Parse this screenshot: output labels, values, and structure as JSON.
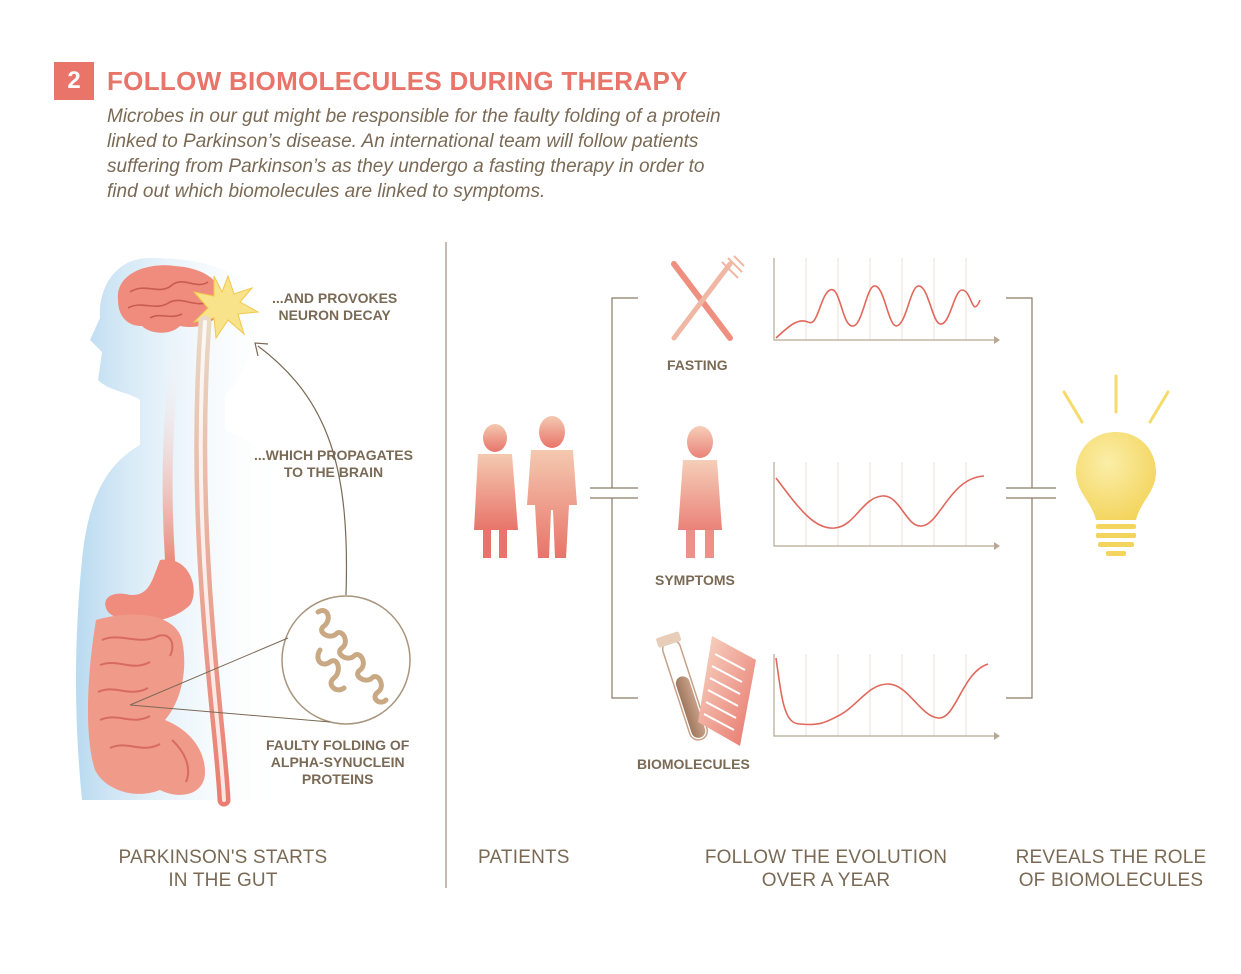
{
  "header": {
    "step_number": "2",
    "title": "FOLLOW BIOMOLECULES DURING THERAPY",
    "intro_lines": [
      "Microbes in our gut might be responsible for the faulty folding of a protein",
      "linked to Parkinson’s disease. An international team will follow patients",
      "suffering from Parkinson’s as they undergo a fasting therapy in order to",
      "find out which biomolecules are linked to symptoms."
    ]
  },
  "anatomy": {
    "neuron_decay_lines": [
      "...AND PROVOKES",
      "NEURON DECAY"
    ],
    "propagates_lines": [
      "...WHICH PROPAGATES",
      "TO THE BRAIN"
    ],
    "faulty_folding_lines": [
      "FAULTY FOLDING OF",
      "ALPHA-SYNUCLEIN",
      "PROTEINS"
    ]
  },
  "tracks": {
    "fasting_label": "FASTING",
    "symptoms_label": "SYMPTOMS",
    "biomolecules_label": "BIOMOLECULES"
  },
  "columns": {
    "gut_lines": [
      "PARKINSON'S STARTS",
      "IN THE GUT"
    ],
    "patients": "PATIENTS",
    "evolution_lines": [
      "FOLLOW THE EVOLUTION",
      "OVER A YEAR"
    ],
    "reveals_lines": [
      "REVEALS THE ROLE",
      "OF BIOMOLECULES"
    ]
  },
  "colors": {
    "accent": "#e8746a",
    "text": "#7a6a55",
    "bulb": "#f5dc6a"
  }
}
